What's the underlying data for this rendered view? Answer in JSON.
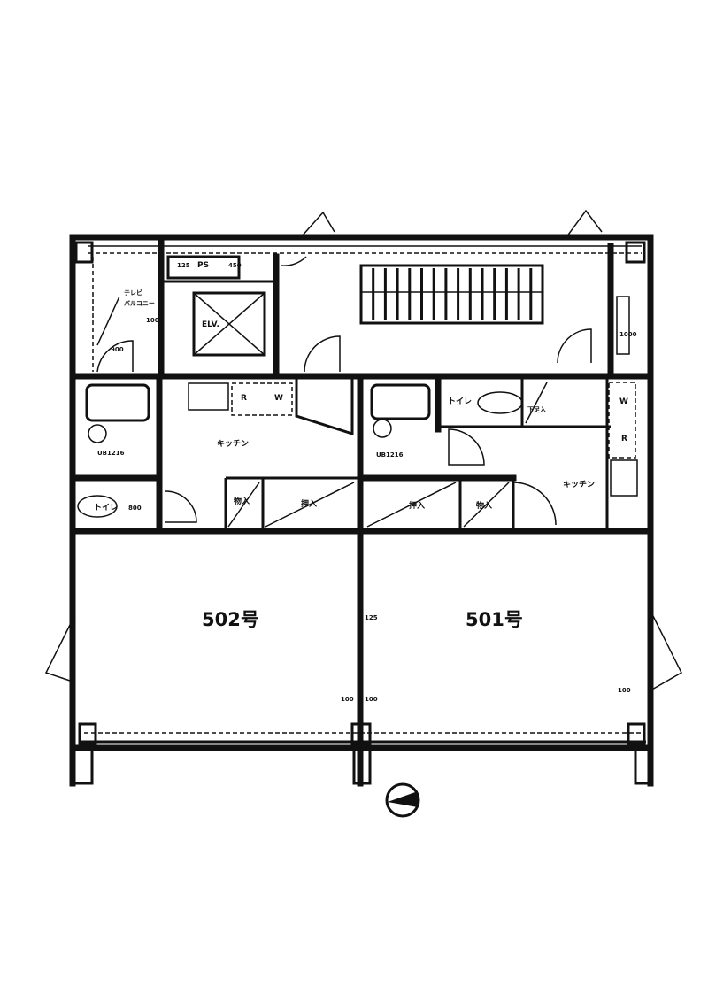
{
  "units": [
    {
      "name": "502号",
      "kitchen": "キッチン",
      "toilet": "トイレ",
      "fridge": "R",
      "washer": "W",
      "closet_a": "物入",
      "closet_b": "押入",
      "bath_size": "UB1216"
    },
    {
      "name": "501号",
      "kitchen": "キッチン",
      "toilet": "トイレ",
      "fridge": "R",
      "washer": "W",
      "closet_a": "押入",
      "closet_b": "物入",
      "shoe_box": "下足入",
      "bath_size": "UB1216"
    }
  ],
  "core": {
    "ps": "PS",
    "elevator": "ELV.",
    "balcony_note_1": "テレビ",
    "balcony_note_2": "バルコニー"
  },
  "dimensions": {
    "wall": "125",
    "ps_left": "125",
    "ps_right": "450",
    "toilet_width": "800",
    "col_left": "100",
    "col_right": "100",
    "col_east": "100",
    "stair_side": "1000",
    "elv_dim": "1000",
    "door_dim": "900"
  },
  "colors": {
    "ink": "#111111",
    "paper": "#ffffff"
  }
}
